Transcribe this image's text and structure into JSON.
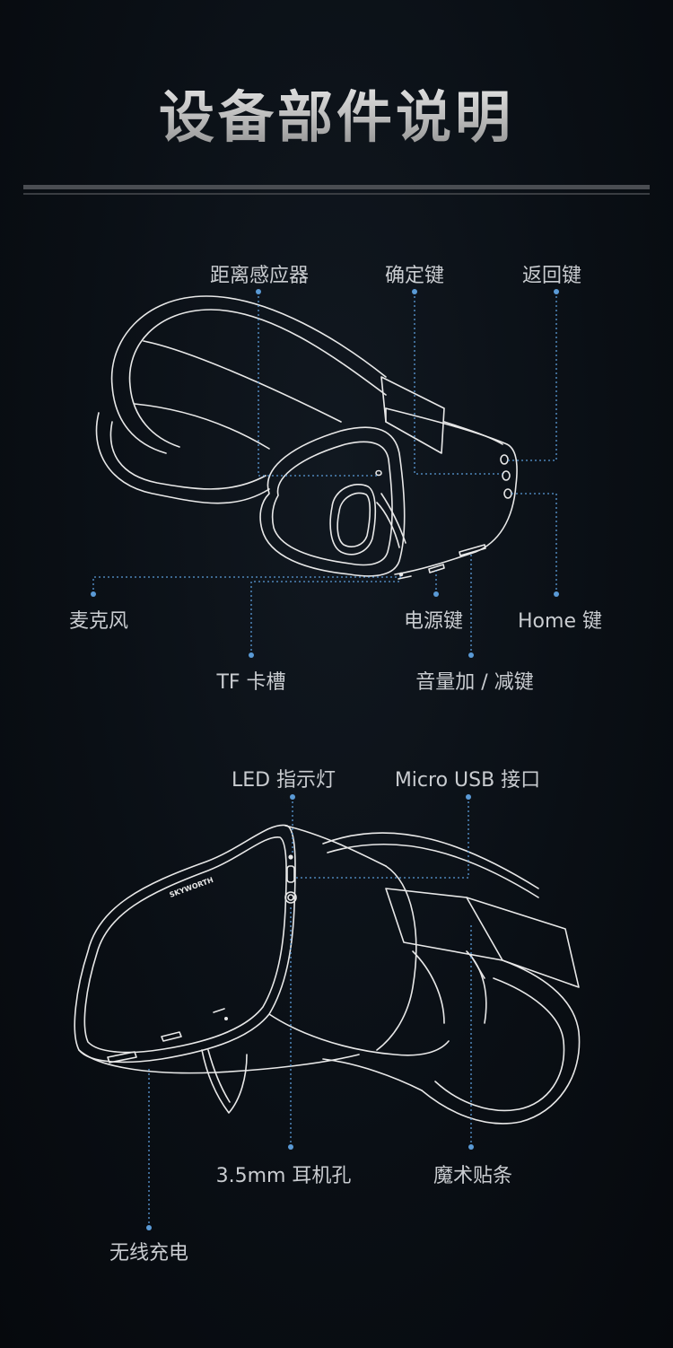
{
  "title": "设备部件说明",
  "brand": "SKYWORTH",
  "colors": {
    "accent": "#5a9ad6",
    "line": "#e6e6e6"
  },
  "labels": {
    "proximity_sensor": "距离感应器",
    "confirm_key": "确定键",
    "back_key": "返回键",
    "microphone": "麦克风",
    "power_key": "电源键",
    "home_key": "Home 键",
    "tf_slot": "TF 卡槽",
    "volume_key": "音量加 / 减键",
    "led": "LED 指示灯",
    "micro_usb": "Micro USB 接口",
    "headphone": "3.5mm 耳机孔",
    "velcro": "魔术贴条",
    "wireless_charging": "无线充电"
  }
}
